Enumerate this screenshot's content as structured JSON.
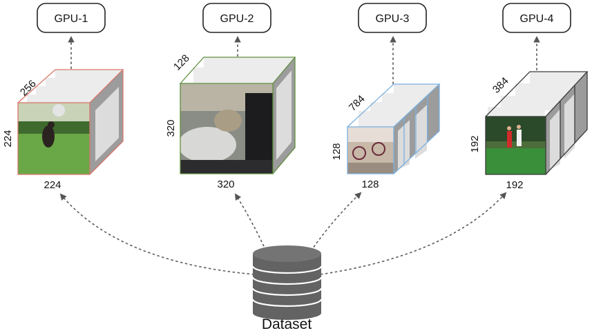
{
  "dataset": {
    "label": "Dataset"
  },
  "cubes": [
    {
      "gpu": "GPU-1",
      "depth": "256",
      "height": "224",
      "width": "224",
      "color": "#d9776a",
      "image": "dog-frisbee-photo"
    },
    {
      "gpu": "GPU-2",
      "depth": "128",
      "height": "320",
      "width": "320",
      "color": "#5f8f3f",
      "image": "cat-on-sneakers-photo"
    },
    {
      "gpu": "GPU-3",
      "depth": "784",
      "height": "128",
      "width": "128",
      "color": "#7ab0e0",
      "image": "bicycle-photo"
    },
    {
      "gpu": "GPU-4",
      "depth": "384",
      "height": "192",
      "width": "192",
      "color": "#3b3b3b",
      "image": "frisbee-players-photo"
    }
  ],
  "icons": {
    "dataset": "database-icon"
  }
}
